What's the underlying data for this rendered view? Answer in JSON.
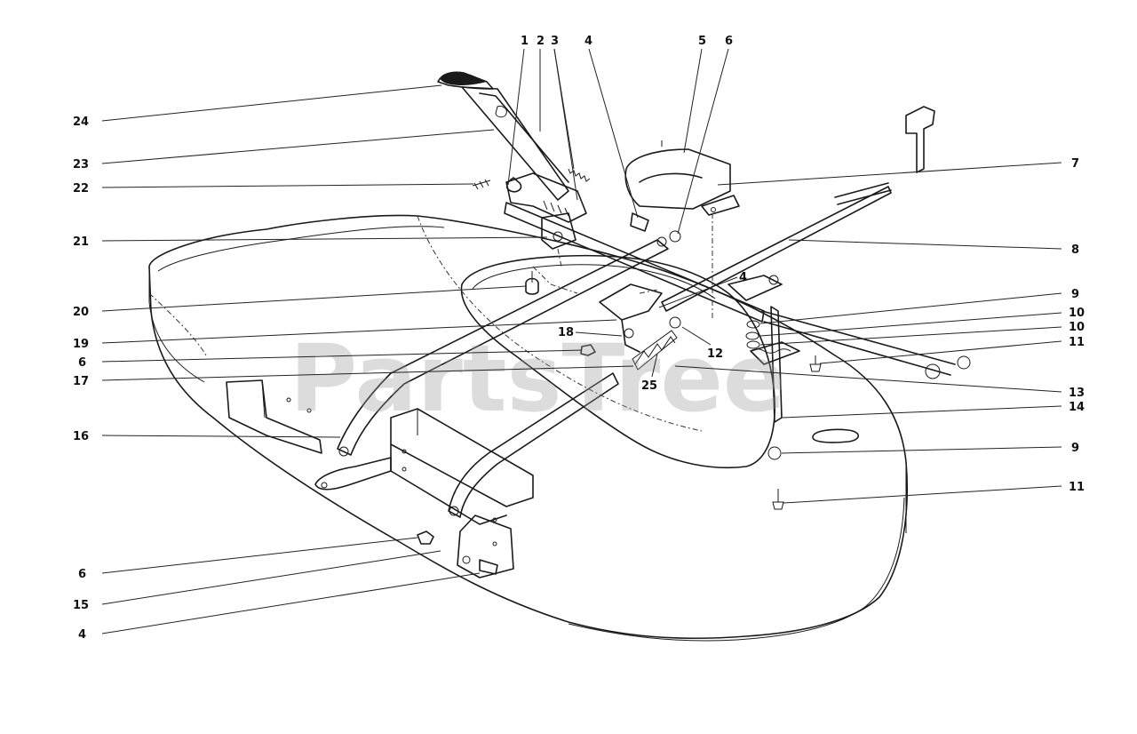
{
  "watermark": "PartsTree",
  "callouts": [
    {
      "id": "c1",
      "text": "1"
    },
    {
      "id": "c2",
      "text": "2"
    },
    {
      "id": "c3",
      "text": "3"
    },
    {
      "id": "c4a",
      "text": "4"
    },
    {
      "id": "c5",
      "text": "5"
    },
    {
      "id": "c6a",
      "text": "6"
    },
    {
      "id": "c7",
      "text": "7"
    },
    {
      "id": "c8",
      "text": "8"
    },
    {
      "id": "c9a",
      "text": "9"
    },
    {
      "id": "c10a",
      "text": "10"
    },
    {
      "id": "c10b",
      "text": "10"
    },
    {
      "id": "c11a",
      "text": "11"
    },
    {
      "id": "c13",
      "text": "13"
    },
    {
      "id": "c14",
      "text": "14"
    },
    {
      "id": "c9b",
      "text": "9"
    },
    {
      "id": "c11b",
      "text": "11"
    },
    {
      "id": "c24",
      "text": "24"
    },
    {
      "id": "c23",
      "text": "23"
    },
    {
      "id": "c22",
      "text": "22"
    },
    {
      "id": "c21",
      "text": "21"
    },
    {
      "id": "c20",
      "text": "20"
    },
    {
      "id": "c19",
      "text": "19"
    },
    {
      "id": "c6b",
      "text": "6"
    },
    {
      "id": "c17",
      "text": "17"
    },
    {
      "id": "c16",
      "text": "16"
    },
    {
      "id": "c6c",
      "text": "6"
    },
    {
      "id": "c15",
      "text": "15"
    },
    {
      "id": "c4b",
      "text": "4"
    },
    {
      "id": "c4c",
      "text": "4"
    },
    {
      "id": "c18",
      "text": "18"
    },
    {
      "id": "c12",
      "text": "12"
    },
    {
      "id": "c25",
      "text": "25"
    }
  ]
}
